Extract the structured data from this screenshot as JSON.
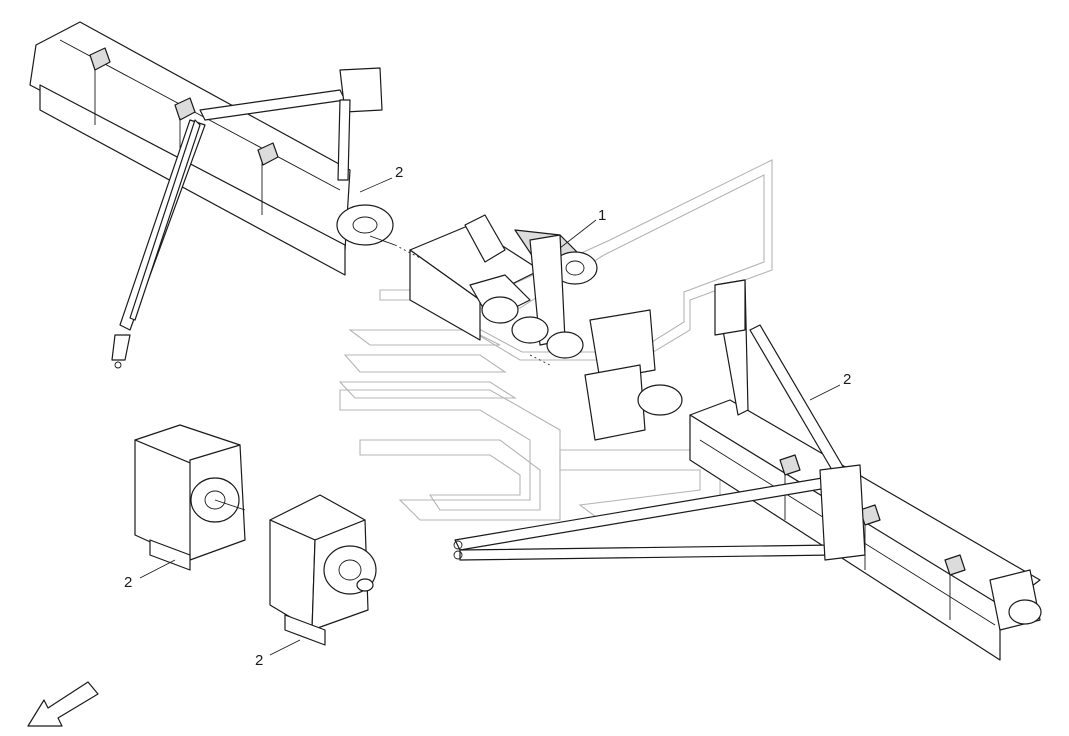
{
  "callouts": [
    {
      "id": "c1",
      "label": "1"
    },
    {
      "id": "c2a",
      "label": "2"
    },
    {
      "id": "c2b",
      "label": "2"
    },
    {
      "id": "c2c",
      "label": "2"
    },
    {
      "id": "c2d",
      "label": "2"
    }
  ],
  "icons": {
    "orientation_arrow": "direction-arrow-icon",
    "watermark": "chevron-watermark-icon"
  },
  "colors": {
    "line": "#1a1a1a",
    "fill": "#ffffff",
    "shade": "#dcdcdc",
    "watermark": "#b4b4b4"
  }
}
